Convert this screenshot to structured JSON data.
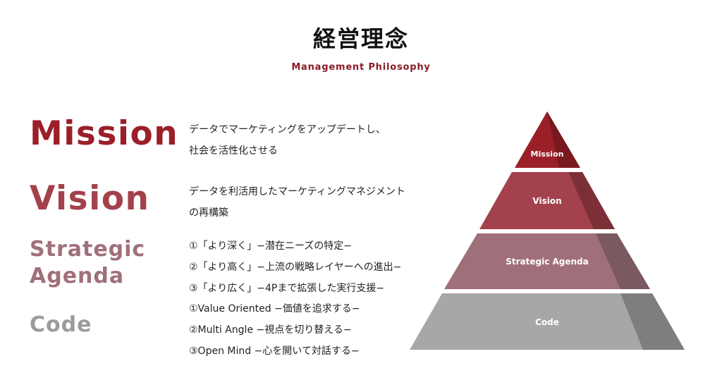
{
  "header": {
    "title": "経営理念",
    "subtitle": "Management Philosophy"
  },
  "sections": {
    "mission": {
      "heading": "Mission",
      "lines": [
        "データでマーケティングをアップデートし、",
        "社会を活性化させる"
      ]
    },
    "vision": {
      "heading": "Vision",
      "lines": [
        "データを利活用したマーケティングマネジメント",
        "の再構築"
      ]
    },
    "strategic": {
      "heading_line1": "Strategic",
      "heading_line2": "Agenda",
      "lines": [
        "①「より深く」−潜在ニーズの特定−",
        "②「より高く」−上流の戦略レイヤーへの進出−",
        "③「より広く」−4Pまで拡張した実行支援−"
      ]
    },
    "code": {
      "heading": "Code",
      "lines": [
        "①Value Oriented −価値を追求する−",
        "②Multi Angle −視点を切り替える−",
        "③Open Mind −心を開いて対話する−"
      ]
    }
  },
  "pyramid": {
    "tiers": [
      "Mission",
      "Vision",
      "Strategic Agenda",
      "Code"
    ]
  },
  "colors": {
    "mission": "#9b1f29",
    "mission_shade": "#7a1820",
    "vision": "#a3414c",
    "vision_shade": "#7d2f38",
    "strategic": "#a0707a",
    "strategic_shade": "#7a5960",
    "code": "#a7a7a7",
    "code_shade": "#7e7e7e",
    "subtitle": "#8a1c25",
    "strategic_text": "#a0707a",
    "code_text": "#9b9b9b"
  }
}
